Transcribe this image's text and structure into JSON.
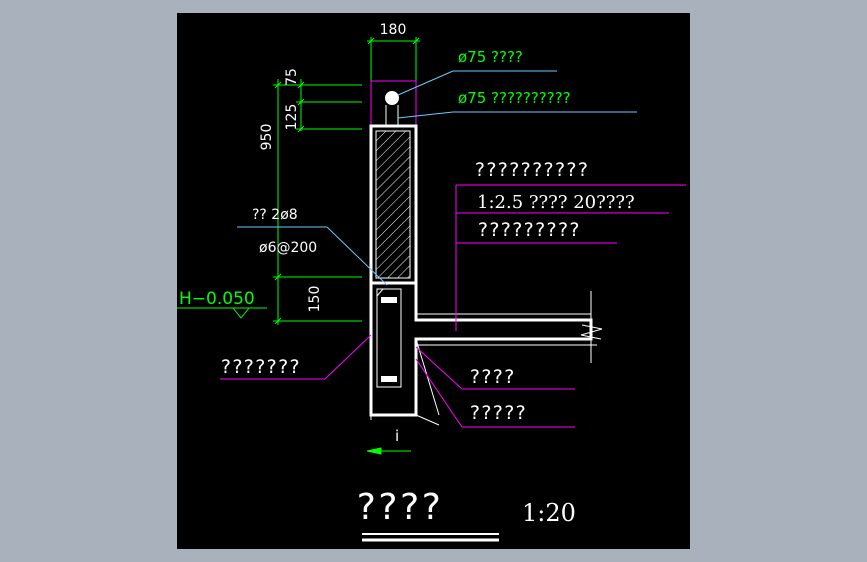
{
  "drawing": {
    "dim_width": "180",
    "dim_75": "75",
    "dim_125": "125",
    "dim_950": "950",
    "dim_150": "150",
    "pipe_label_1": "ø75 ????",
    "pipe_label_2": "ø75 ??????????",
    "label_top_right": "??????????",
    "label_mortar": "1:2.5 ????  20????",
    "label_layer3": "?????????",
    "rebar_main": "?? 2ø8",
    "rebar_stirrup": "ø6@200",
    "elevation": "H−0.050",
    "label_left_bottom": "???????",
    "label_right_1": "????",
    "label_right_2": "?????",
    "slope_mark": "i",
    "title": "????",
    "scale": "1:20"
  },
  "colors": {
    "background": "#000000",
    "frame": "#a9b1bc",
    "dimension": "#00ff00",
    "leader_magenta": "#ff00ff",
    "leader_cyan": "#66ccff",
    "outline": "#ffffff",
    "hatch": "#ffffff"
  }
}
